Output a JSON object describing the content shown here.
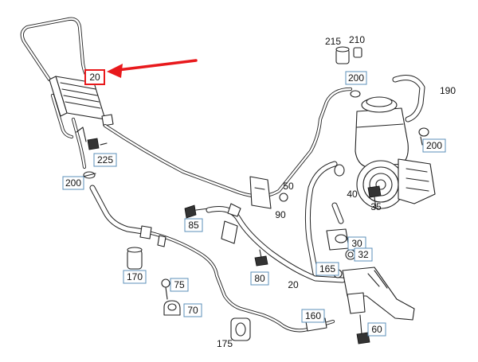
{
  "diagram": {
    "highlight_color": "#e8191c",
    "callout_border_color": "#5b8fb9",
    "highlighted_part": "20",
    "labels": {
      "p20_highlight": "20",
      "p215": "215",
      "p210": "210",
      "p200_top": "200",
      "p190": "190",
      "p200_right": "200",
      "p225": "225",
      "p200_left": "200",
      "p50": "50",
      "p90": "90",
      "p40": "40",
      "p35": "35",
      "p85": "85",
      "p30": "30",
      "p32": "32",
      "p165": "165",
      "p80": "80",
      "p20_mid": "20",
      "p170": "170",
      "p75": "75",
      "p70": "70",
      "p160": "160",
      "p60": "60",
      "p175": "175"
    }
  }
}
